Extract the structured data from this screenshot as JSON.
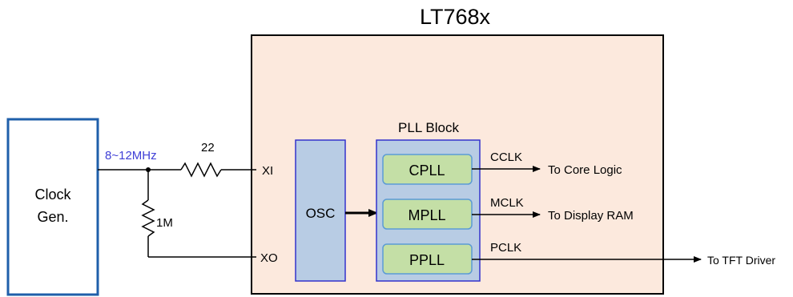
{
  "chip": {
    "title": "LT768x"
  },
  "clock_gen": {
    "line1": "Clock",
    "line2": "Gen."
  },
  "frequency": "8~12MHz",
  "resistor_series": "22",
  "resistor_feedback": "1M",
  "pins": {
    "xi": "XI",
    "xo": "XO"
  },
  "osc": {
    "label": "OSC"
  },
  "pll_block": {
    "title": "PLL Block",
    "plls": [
      {
        "label": "CPLL",
        "clock": "CCLK",
        "dest": "To Core Logic"
      },
      {
        "label": "MPLL",
        "clock": "MCLK",
        "dest": "To Display RAM"
      },
      {
        "label": "PPLL",
        "clock": "PCLK",
        "dest": "To TFT Driver"
      }
    ]
  },
  "colors": {
    "chip_fill": "#fce9dd",
    "osc_fill": "#b8cce4",
    "osc_stroke": "#3333cc",
    "pll_fill": "#b8cce4",
    "pll_item_fill": "#c4dfa6",
    "pll_item_stroke": "#5b9bd5",
    "frequency_text": "#3f3fd6"
  }
}
